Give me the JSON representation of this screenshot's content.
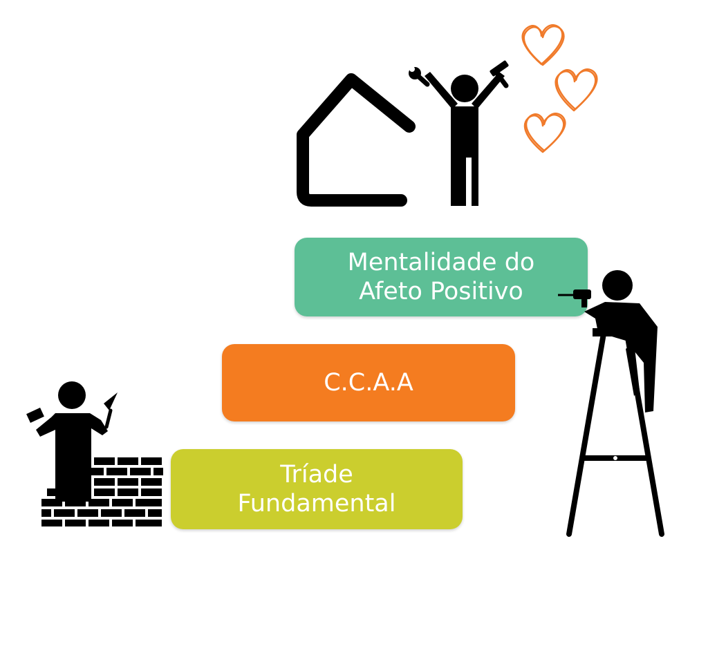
{
  "steps": [
    {
      "label": "Mentalidade do\nAfeto Positivo",
      "color": "#5dbf96"
    },
    {
      "label": "C.C.A.A",
      "color": "#f47c20"
    },
    {
      "label": "Tríade\nFundamental",
      "color": "#cbce2e"
    }
  ],
  "icons": {
    "house": "house-outline-icon",
    "celebrating_worker": "worker-with-tools-icon",
    "hearts": "hearts-icon",
    "ladder_worker": "worker-on-ladder-with-drill-icon",
    "bricklayer": "bricklayer-with-trowel-icon"
  },
  "colors": {
    "icon": "#000000",
    "hearts": "#f07a2a"
  }
}
